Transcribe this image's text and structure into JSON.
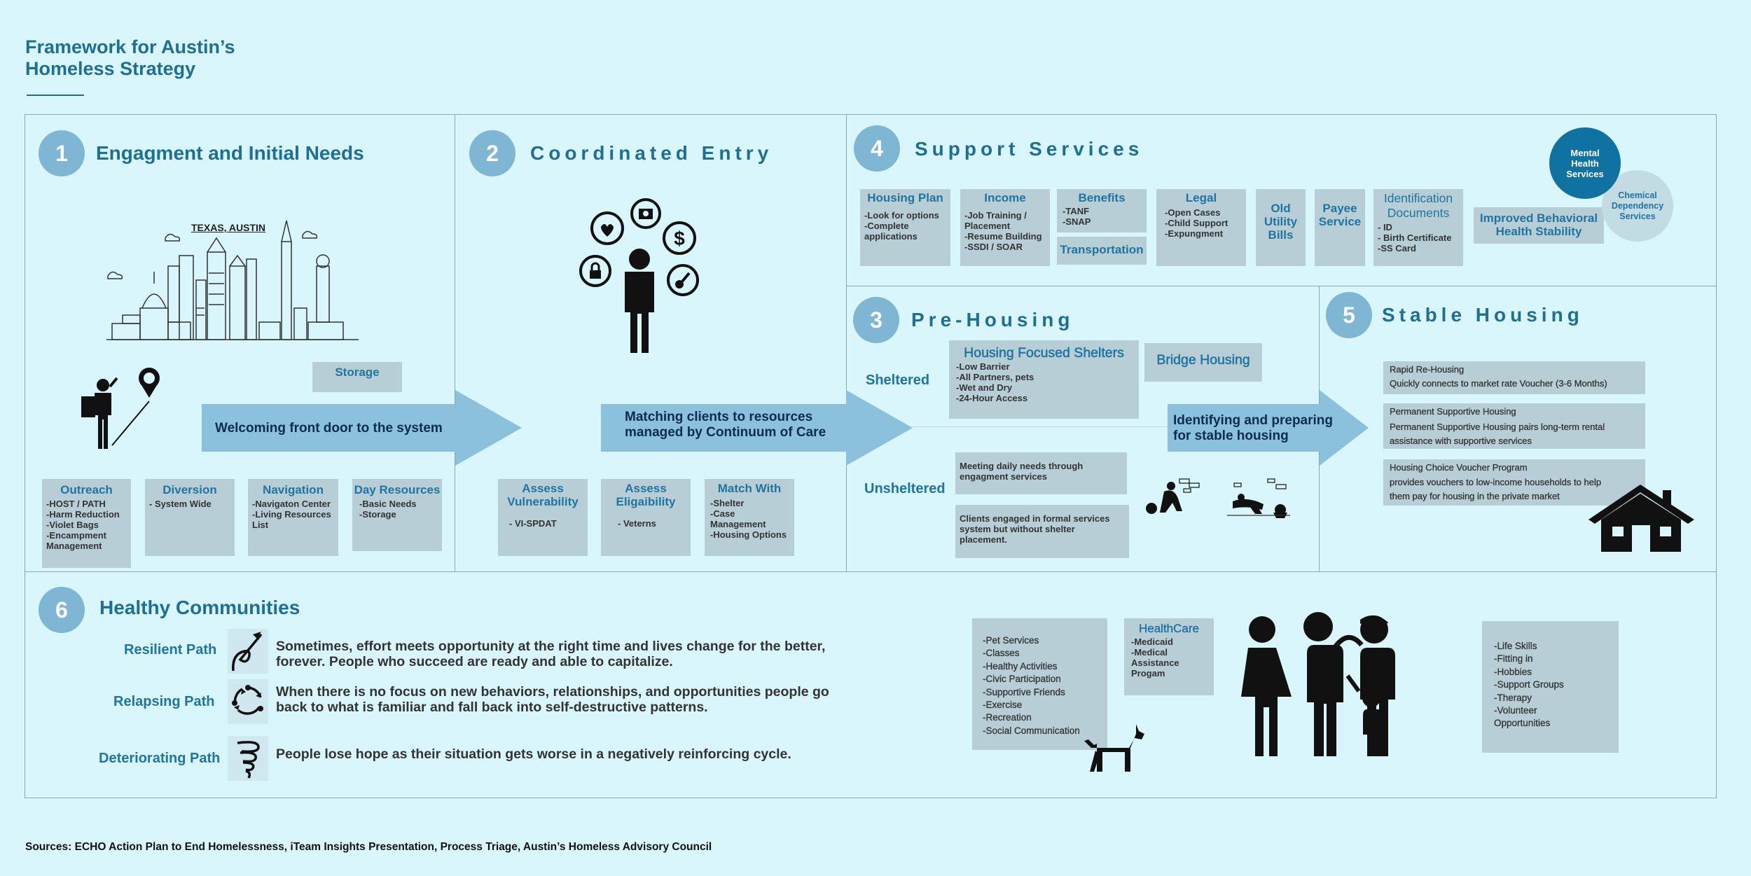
{
  "title": {
    "line1": "Framework for Austin’s",
    "line2": "Homeless Strategy"
  },
  "colors": {
    "background": "#d9f6fd",
    "accent": "#1f6f94",
    "box": "#b7ced6",
    "arrow": "#8cc1dd",
    "badge": "#7fb6d3"
  },
  "s1": {
    "num": "1",
    "title": "Engagment and Initial Needs",
    "city_label": "TEXAS, AUSTIN",
    "storage": "Storage",
    "arrow": "Welcoming front door to the system",
    "boxes": [
      {
        "h": "Outreach",
        "t": "-HOST / PATH\n-Harm Reduction\n-Violet Bags\n-Encampment\nManagement"
      },
      {
        "h": "Diversion",
        "t": "- System Wide"
      },
      {
        "h": "Navigation",
        "t": "-Navigaton Center\n-Living Resources\nList"
      },
      {
        "h": "Day Resources",
        "t": "-Basic Needs\n-Storage"
      }
    ]
  },
  "s2": {
    "num": "2",
    "title": "Coordinated Entry",
    "arrow_l1": "Matching clients to resources",
    "arrow_l2": "managed by Continuum of Care",
    "boxes": [
      {
        "h": "Assess\nVulnerability",
        "t": "- VI-SPDAT"
      },
      {
        "h": "Assess\nEligaibility",
        "t": "- Veterns"
      },
      {
        "h": "Match With",
        "t": "-Shelter\n-Case\nManagement\n-Housing Options"
      }
    ]
  },
  "s4": {
    "num": "4",
    "title": "Support Services",
    "housing_plan": {
      "h": "Housing Plan",
      "t": "-Look for options\n-Complete\napplications"
    },
    "income": {
      "h": "Income",
      "t": "-Job Training /\nPlacement\n-Resume Building\n-SSDI / SOAR"
    },
    "benefits": {
      "h": "Benefits",
      "t": "-TANF\n-SNAP"
    },
    "transportation": "Transportation",
    "legal": {
      "h": "Legal",
      "t": "-Open Cases\n-Child Support\n-Expungment"
    },
    "old_utility": "Old\nUtility\nBills",
    "payee": "Payee\nService",
    "identification": {
      "h": "Identification\nDocuments",
      "t": "- ID\n- Birth Certificate\n-SS Card"
    },
    "improved": "Improved Behavioral\nHealth Stability",
    "mental": "Mental\nHealth\nServices",
    "chemical": "Chemical\nDependency\nServices"
  },
  "s3": {
    "num": "3",
    "title": "Pre-Housing",
    "sheltered": "Sheltered",
    "unsheltered": "Unsheltered",
    "hfs": {
      "h": "Housing Focused Shelters",
      "t": "-Low Barrier\n-All Partners, pets\n-Wet and Dry\n-24-Hour Access"
    },
    "bridge": "Bridge Housing",
    "needs": "Meeting daily needs through\nengagment services",
    "formal": "Clients engaged in formal services\nsystem but without shelter\nplacement.",
    "arrow_l1": "Identifying and preparing",
    "arrow_l2": "for stable housing"
  },
  "s5": {
    "num": "5",
    "title": "Stable Housing",
    "items": [
      {
        "h": "Rapid  Re-Housing",
        "t": "Quickly connects to market rate Voucher (3-6 Months)"
      },
      {
        "h": "Permanent Supportive Housing",
        "t": "Permanent Supportive Housing pairs long-term rental\nassistance with supportive services"
      },
      {
        "h": "Housing Choice Voucher Program",
        "t": "provides vouchers to low-income households to help\nthem pay for housing in the private market"
      }
    ]
  },
  "s6": {
    "num": "6",
    "title": "Healthy Communities",
    "paths": [
      {
        "label": "Resilient Path",
        "text": "Sometimes, effort meets opportunity at the right time and lives change for the better,\nforever. People who succeed are ready and able to capitalize."
      },
      {
        "label": "Relapsing Path",
        "text": "When there is no focus on new behaviors, relationships, and opportunities people go\nback to what is familiar and fall back into self-destructive patterns."
      },
      {
        "label": "Deteriorating Path",
        "text": "People lose hope as their situation gets worse in a negatively reinforcing cycle."
      }
    ],
    "activities": "-Pet Services\n-Classes\n-Healthy Activities\n-Civic Participation\n-Supportive Friends\n-Exercise\n-Recreation\n-Social Communication",
    "healthcare": {
      "h": "HealthCare",
      "t": "-Medicaid\n-Medical\nAssistance\nProgam"
    },
    "life": "-Life Skills\n-Fitting in\n-Hobbies\n-Support Groups\n-Therapy\n-Volunteer\nOpportunities"
  },
  "sources": "Sources: ECHO Action Plan to End Homelessness, iTeam Insights Presentation, Process Triage, Austin’s Homeless Advisory Council"
}
